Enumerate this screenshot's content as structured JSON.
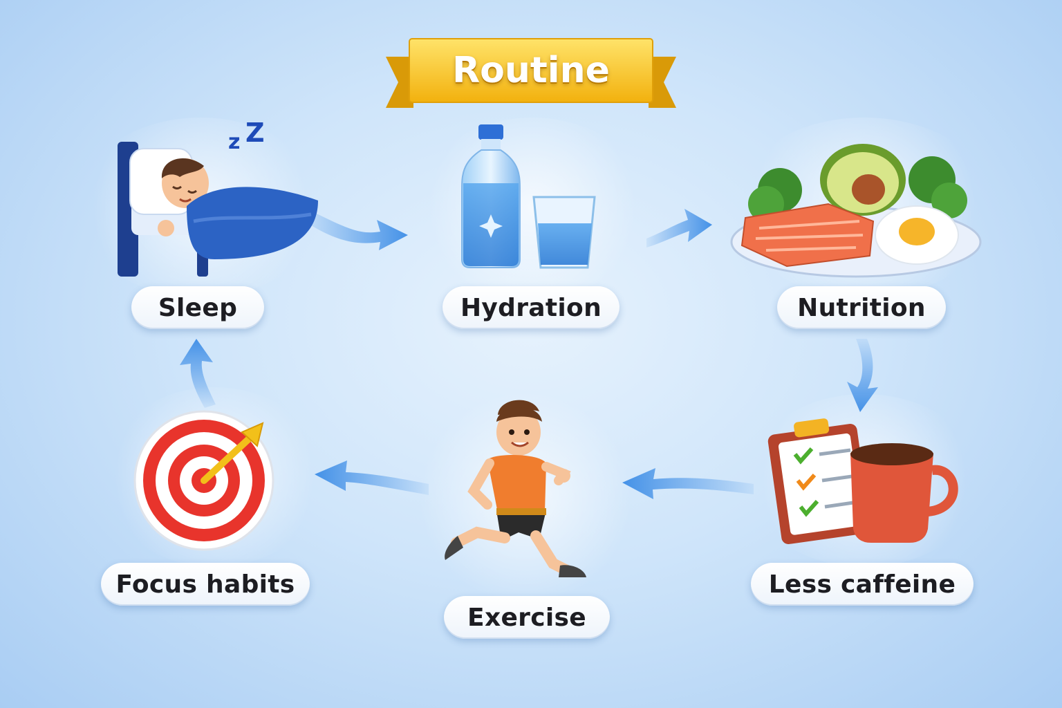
{
  "title": "Routine",
  "steps": [
    {
      "label": "Sleep",
      "icon": "sleep-bed-icon"
    },
    {
      "label": "Hydration",
      "icon": "water-bottle-glass-icon"
    },
    {
      "label": "Nutrition",
      "icon": "healthy-food-plate-icon"
    },
    {
      "label": "Less caffeine",
      "icon": "checklist-coffee-icon"
    },
    {
      "label": "Exercise",
      "icon": "running-person-icon"
    },
    {
      "label": "Focus habits",
      "icon": "target-dart-icon"
    }
  ],
  "colors": {
    "background": "#cfe5fa",
    "arrow": "#3d8de6",
    "banner": "#f7c21a",
    "pill_text": "#1d1d22"
  }
}
